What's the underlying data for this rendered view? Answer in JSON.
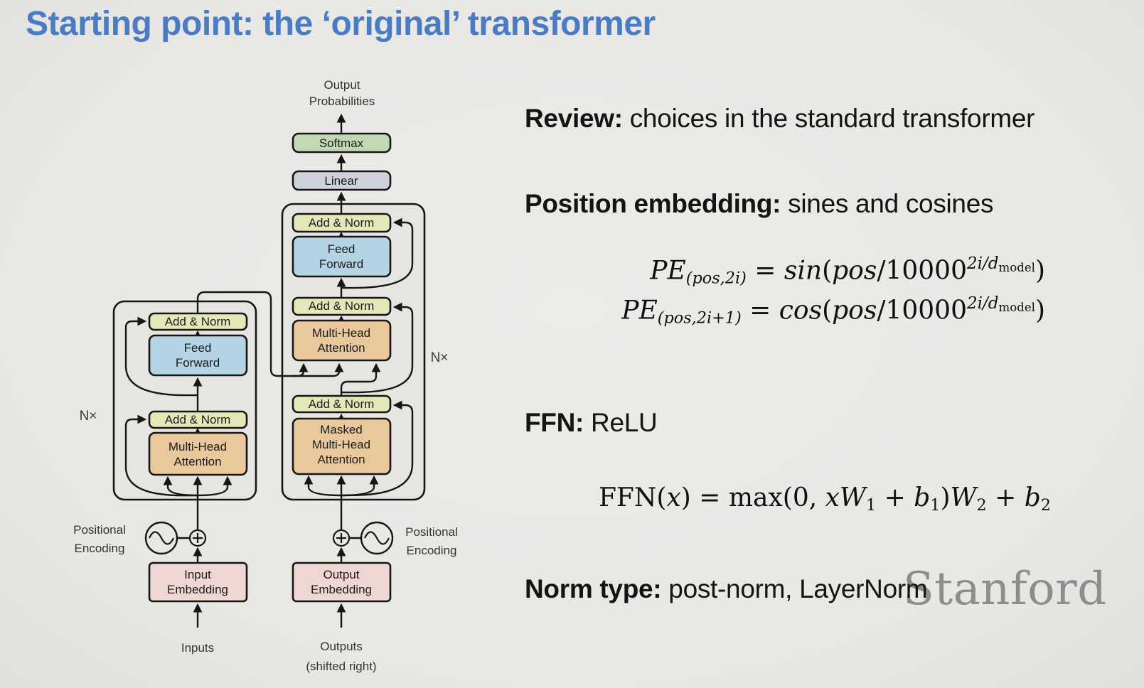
{
  "slide": {
    "title": "Starting point: the ‘original’ transformer"
  },
  "diagram": {
    "output_prob_l1": "Output",
    "output_prob_l2": "Probabilities",
    "softmax": "Softmax",
    "linear": "Linear",
    "add_norm": "Add & Norm",
    "ff_l1": "Feed",
    "ff_l2": "Forward",
    "mha_l1": "Multi-Head",
    "mha_l2": "Attention",
    "mmha_l1": "Masked",
    "mmha_l2": "Multi-Head",
    "mmha_l3": "Attention",
    "in_emb_l1": "Input",
    "in_emb_l2": "Embedding",
    "out_emb_l1": "Output",
    "out_emb_l2": "Embedding",
    "pos_enc_l1": "Positional",
    "pos_enc_l2": "Encoding",
    "inputs": "Inputs",
    "outputs_l1": "Outputs",
    "outputs_l2": "(shifted right)",
    "n_left": "N×",
    "n_right": "N×",
    "colors": {
      "background": "#e9e8e5",
      "title_blue": "#4a7cc6",
      "line": "#161616",
      "container_fill": "#e6e5e2",
      "add_norm_fill": "#e4e8b8",
      "feed_forward_fill": "#b4d3e5",
      "attention_fill": "#e9c89c",
      "softmax_fill": "#c1d8b5",
      "linear_fill": "#ced2dc",
      "embedding_fill": "#eed7d3",
      "watermark_gray": "#8d8d8d"
    }
  },
  "notes": {
    "review": {
      "lead": "Review:",
      "rest": " choices in the standard transformer"
    },
    "position": {
      "lead": "Position embedding:",
      "rest": " sines and cosines"
    },
    "ffn": {
      "lead": "FFN:",
      "rest": " ReLU"
    },
    "norm": {
      "lead": "Norm type:",
      "rest": " post-norm, LayerNorm"
    }
  },
  "formulas": {
    "pe1": {
      "lhs": "PE",
      "lhs_sub": "(pos,2i)",
      "eq": " = ",
      "fn": "sin",
      "open": "(",
      "arg": "pos",
      "slash": "/",
      "base": "10000",
      "exp": "2i/d",
      "exp_sub": "model",
      "close": ")"
    },
    "pe2": {
      "lhs": "PE",
      "lhs_sub": "(pos,2i+1)",
      "eq": " = ",
      "fn": "cos",
      "open": "(",
      "arg": "pos",
      "slash": "/",
      "base": "10000",
      "exp": "2i/d",
      "exp_sub": "model",
      "close": ")"
    },
    "ffn": {
      "fname": "FFN",
      "open": "(",
      "x": "x",
      "mid": ") = max(0, ",
      "xw": "xW",
      "s1": "1",
      "p1": " + ",
      "b1": "b",
      "s2": "1",
      "cw": ")",
      "w2": "W",
      "s3": "2",
      "p2": " + ",
      "b2": "b",
      "s4": "2"
    }
  },
  "watermark": "Stanford"
}
